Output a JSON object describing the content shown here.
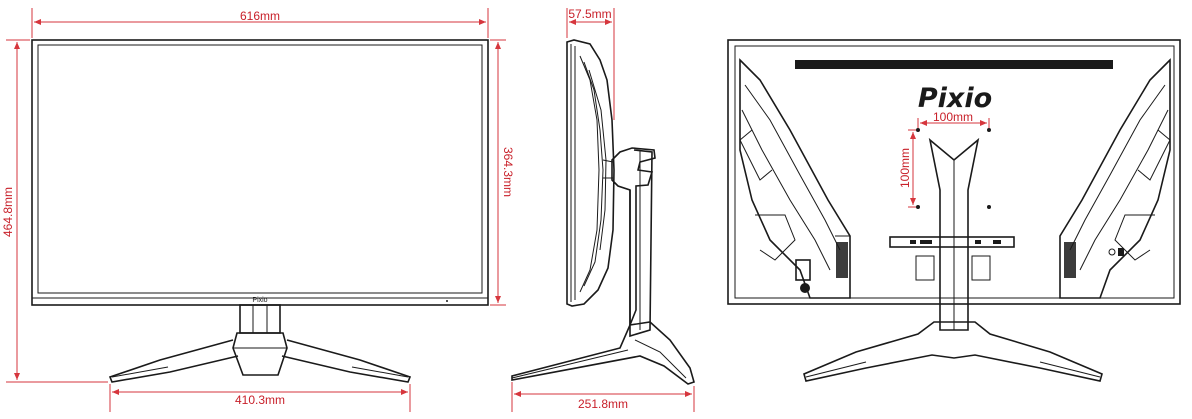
{
  "colors": {
    "dimension": "#d6363d",
    "ink": "#1a1a1a",
    "background": "#ffffff"
  },
  "front_view": {
    "width_label": "616mm",
    "height_total_label": "464.8mm",
    "panel_height_label": "364.3mm",
    "base_width_label": "410.3mm",
    "bezel_logo": "Pixio"
  },
  "side_view": {
    "depth_label": "57.5mm",
    "base_depth_label": "251.8mm"
  },
  "back_view": {
    "brand_logo": "Pixio",
    "vesa_horizontal_label": "100mm",
    "vesa_vertical_label": "100mm"
  }
}
